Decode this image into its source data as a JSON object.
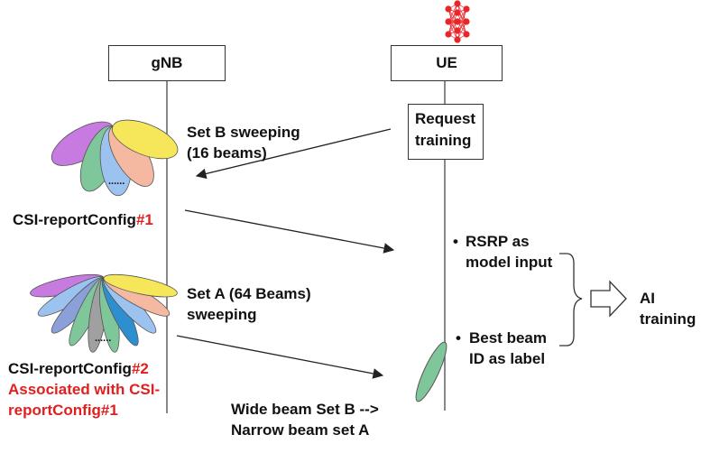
{
  "entities": {
    "gnb_label": "gNB",
    "ue_label": "UE"
  },
  "request_box": {
    "line1": "Request",
    "line2": "training"
  },
  "set_b": {
    "line1": "Set B sweeping",
    "line2": "(16 beams)"
  },
  "set_a": {
    "line1": "Set A (64 Beams)",
    "line2": "sweeping"
  },
  "csi_report_1": {
    "prefix": "CSI-reportConfig",
    "suffix": "#1"
  },
  "csi_report_2": {
    "prefix": "CSI-reportConfig",
    "suffix": "#2",
    "assoc_line1": "Associated with CSI-",
    "assoc_line2": "reportConfig#1"
  },
  "ue_notes": {
    "rsrp_line1": "RSRP as",
    "rsrp_line2": "model input",
    "best_line1": "Best beam",
    "best_line2": "ID as label",
    "bullet": "•"
  },
  "ai_training": {
    "line1": "AI",
    "line2": "training"
  },
  "wide_to_narrow": {
    "line1": "Wide beam Set B -->",
    "line2": "Narrow beam set A"
  },
  "dots": "......",
  "colors": {
    "highlight_red": "#e02020",
    "network_red": "#e8262a",
    "beams_set_b": [
      "#c77ae0",
      "#7fc79a",
      "#9cc3f0",
      "#f4b9a0",
      "#f5e65a"
    ],
    "beams_set_a": [
      "#c77ae0",
      "#9cc3f0",
      "#8b9fd8",
      "#7fc79a",
      "#a0a0a0",
      "#7fc79a",
      "#2d8fd0",
      "#9cc3f0",
      "#f4b9a0",
      "#f5e65a"
    ],
    "ue_beam": "#7fc79a"
  },
  "icons": {
    "neural_network": "neural-network-icon",
    "ai_arrow": "hollow-arrow-icon"
  }
}
